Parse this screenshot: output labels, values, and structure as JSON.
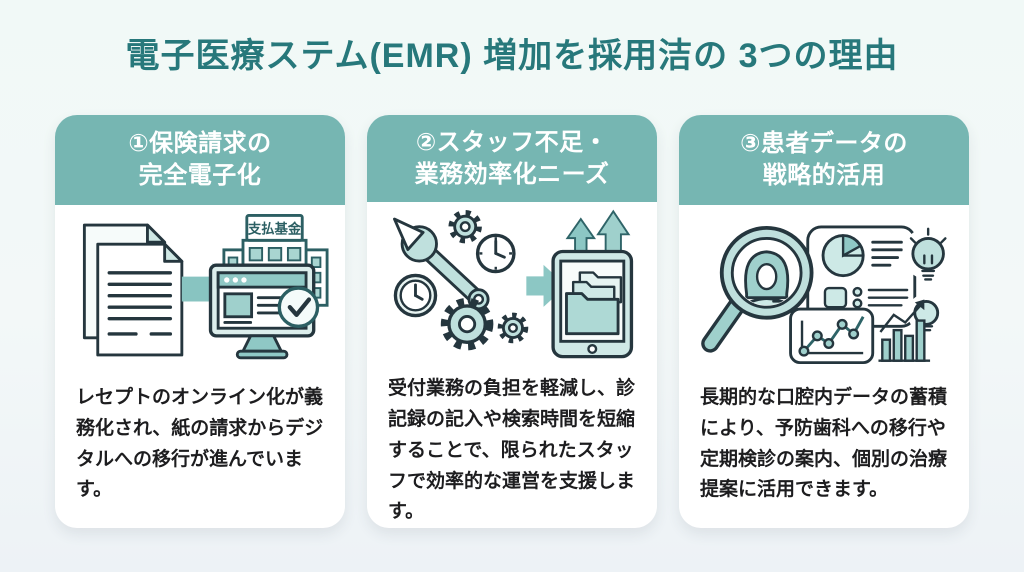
{
  "page": {
    "title": "電子医療ステム(EMR) 増加を採用洁の 3つの理由"
  },
  "colors": {
    "background_top": "#f1f9f7",
    "background_bottom": "#edf2f6",
    "title_text": "#27787b",
    "card_header_bg": "#76b6b2",
    "card_header_text": "#ffffff",
    "card_body_bg": "#ffffff",
    "body_text": "#1d1d1f",
    "illustration_teal": "#8fc8c5",
    "illustration_light_teal": "#cde9e6",
    "illustration_outline": "#25363e"
  },
  "cards": [
    {
      "header_line1": "①保険請求の",
      "header_line2": "完全電子化",
      "illustration_name": "paper-documents-to-online-claim",
      "sign_label": "支払基金",
      "body": "レセプトのオンライン化が義務化され、紙の請求からデジタルへの移行が進んでいます。"
    },
    {
      "header_line1": "②スタッフ不足・",
      "header_line2": "業務効率化ニーズ",
      "illustration_name": "tools-to-digital-files-efficiency",
      "body": "受付業務の負担を軽減し、診記録の記入や検索時間を短縮することで、限られたスタッフで効率的な運営を支援します。"
    },
    {
      "header_line1": "③患者データの",
      "header_line2": "戦略的活用",
      "illustration_name": "patient-data-analysis-magnifier",
      "body": "長期的な口腔内データの蓄積により、予防歯科への移行や定期検診の案内、個別の治療提案に活用できます。"
    }
  ]
}
